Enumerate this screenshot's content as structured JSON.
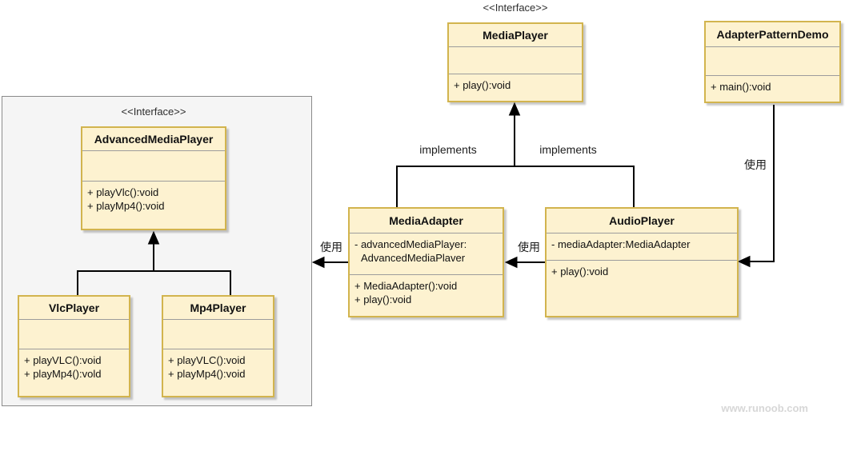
{
  "diagram": {
    "classes": {
      "mediaPlayer": {
        "stereotype": "<<Interface>>",
        "title": "MediaPlayer",
        "attributes": [],
        "methods": [
          "+ play():void"
        ]
      },
      "adapterPatternDemo": {
        "title": "AdapterPatternDemo",
        "attributes": [],
        "methods": [
          "+ main():void"
        ]
      },
      "advancedMediaPlayer": {
        "stereotype": "<<Interface>>",
        "title": "AdvancedMediaPlayer",
        "attributes": [],
        "methods": [
          "+ playVlc():void",
          "+ playMp4():void"
        ]
      },
      "vlcPlayer": {
        "title": "VlcPlayer",
        "attributes": [],
        "methods": [
          "+ playVLC():void",
          "+ playMp4():vold"
        ]
      },
      "mp4Player": {
        "title": "Mp4Player",
        "attributes": [],
        "methods": [
          "+ playVLC():void",
          "+ playMp4():void"
        ]
      },
      "mediaAdapter": {
        "title": "MediaAdapter",
        "attributes": [
          "- advancedMediaPlayer:",
          "AdvancedMediaPlaver"
        ],
        "methods": [
          "+ MediaAdapter():void",
          "+ play():void"
        ]
      },
      "audioPlayer": {
        "title": "AudioPlayer",
        "attributes": [
          "- mediaAdapter:MediaAdapter"
        ],
        "methods": [
          "+ play():void"
        ]
      }
    },
    "relationship_labels": {
      "implements_left": "implements",
      "implements_right": "implements",
      "use_media_adapter": "使用",
      "use_audio_player": "使用",
      "use_demo": "使用"
    },
    "watermark": "www.runoob.com",
    "colors": {
      "class_fill": "#fdf2d0",
      "class_border": "#d2b44e",
      "section_divider": "#9c9c9c",
      "panel_fill": "#f5f5f5",
      "panel_border": "#8a8a8a",
      "connector": "#000000"
    }
  }
}
